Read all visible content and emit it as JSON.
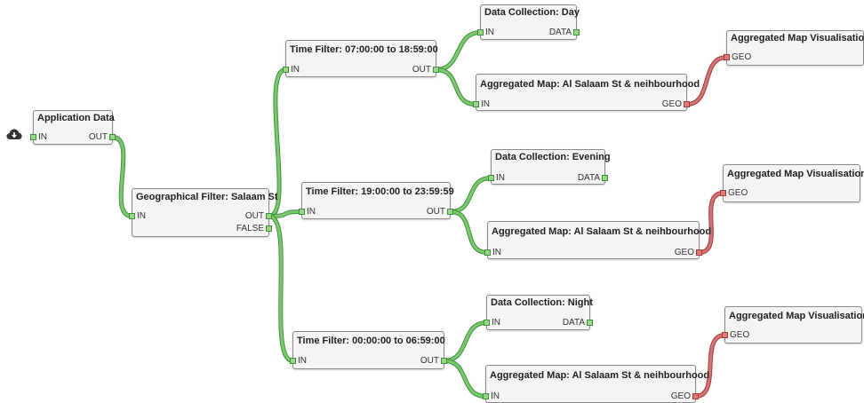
{
  "colors": {
    "data_wire": "#7cc96d",
    "data_wire_edge": "#3f8f3f",
    "geo_wire": "#d47575",
    "geo_wire_edge": "#a33b3b"
  },
  "source_icon": "cloud-download-icon",
  "nodes": {
    "app_data": {
      "title": "Application Data",
      "ports": {
        "in": "IN",
        "out": "OUT"
      }
    },
    "geo_filter": {
      "title": "Geographical Filter: Salaam St",
      "ports": {
        "in": "IN",
        "out": "OUT",
        "false": "FALSE"
      }
    },
    "tf_day": {
      "title": "Time Filter: 07:00:00 to 18:59:00",
      "ports": {
        "in": "IN",
        "out": "OUT"
      }
    },
    "tf_evening": {
      "title": "Time Filter: 19:00:00 to 23:59:59",
      "ports": {
        "in": "IN",
        "out": "OUT"
      }
    },
    "tf_night": {
      "title": "Time Filter: 00:00:00 to 06:59:00",
      "ports": {
        "in": "IN",
        "out": "OUT"
      }
    },
    "dc_day": {
      "title": "Data Collection: Day",
      "ports": {
        "in": "IN",
        "out": "DATA"
      }
    },
    "dc_evening": {
      "title": "Data Collection: Evening",
      "ports": {
        "in": "IN",
        "out": "DATA"
      }
    },
    "dc_night": {
      "title": "Data Collection: Night",
      "ports": {
        "in": "IN",
        "out": "DATA"
      }
    },
    "am_day": {
      "title": "Aggregated Map: Al Salaam St & neihbourhood",
      "ports": {
        "in": "IN",
        "out": "GEO"
      }
    },
    "am_evening": {
      "title": "Aggregated Map: Al Salaam St & neihbourhood",
      "ports": {
        "in": "IN",
        "out": "GEO"
      }
    },
    "am_night": {
      "title": "Aggregated Map: Al Salaam St & neihbourhood",
      "ports": {
        "in": "IN",
        "out": "GEO"
      }
    },
    "vis_day": {
      "title": "Aggregated Map Visualisation",
      "ports": {
        "in": "GEO"
      }
    },
    "vis_evening": {
      "title": "Aggregated Map Visualisation",
      "ports": {
        "in": "GEO"
      }
    },
    "vis_night": {
      "title": "Aggregated Map Visualisation",
      "ports": {
        "in": "GEO"
      }
    }
  },
  "edges": [
    {
      "from": "app_data.out",
      "to": "geo_filter.in",
      "kind": "data"
    },
    {
      "from": "geo_filter.out",
      "to": "tf_day.in",
      "kind": "data"
    },
    {
      "from": "geo_filter.out",
      "to": "tf_evening.in",
      "kind": "data"
    },
    {
      "from": "geo_filter.out",
      "to": "tf_night.in",
      "kind": "data"
    },
    {
      "from": "tf_day.out",
      "to": "dc_day.in",
      "kind": "data"
    },
    {
      "from": "tf_day.out",
      "to": "am_day.in",
      "kind": "data"
    },
    {
      "from": "tf_evening.out",
      "to": "dc_evening.in",
      "kind": "data"
    },
    {
      "from": "tf_evening.out",
      "to": "am_evening.in",
      "kind": "data"
    },
    {
      "from": "tf_night.out",
      "to": "dc_night.in",
      "kind": "data"
    },
    {
      "from": "tf_night.out",
      "to": "am_night.in",
      "kind": "data"
    },
    {
      "from": "am_day.out",
      "to": "vis_day.in",
      "kind": "geo"
    },
    {
      "from": "am_evening.out",
      "to": "vis_evening.in",
      "kind": "geo"
    },
    {
      "from": "am_night.out",
      "to": "vis_night.in",
      "kind": "geo"
    }
  ]
}
